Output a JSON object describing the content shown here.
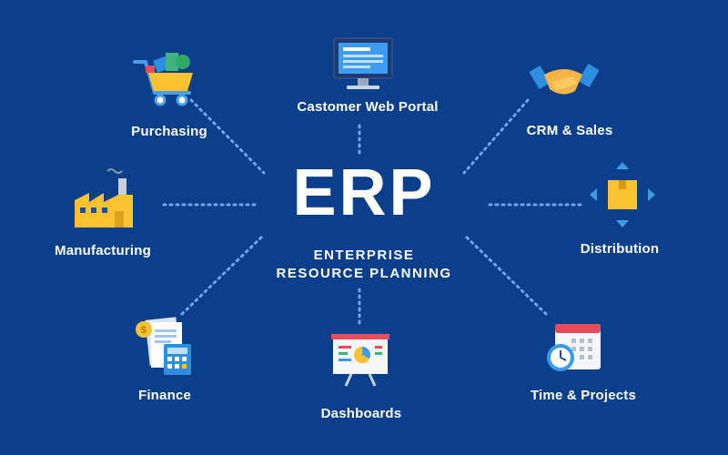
{
  "center": {
    "title": "ERP",
    "subtitle_line1": "ENTERPRISE",
    "subtitle_line2": "RESOURCE PLANNING"
  },
  "colors": {
    "background": "#0b3f8c",
    "connector": "#6aa6e8",
    "text": "#ffffff",
    "accent_yellow": "#f9c22e",
    "accent_blue": "#3b9be6"
  },
  "modules": [
    {
      "id": "purchasing",
      "label": "Purchasing",
      "icon": "shopping-cart-icon"
    },
    {
      "id": "portal",
      "label": "Castomer Web Portal",
      "icon": "monitor-icon"
    },
    {
      "id": "crm",
      "label": "CRM & Sales",
      "icon": "handshake-icon"
    },
    {
      "id": "manufacturing",
      "label": "Manufacturing",
      "icon": "factory-icon"
    },
    {
      "id": "distribution",
      "label": "Distribution",
      "icon": "package-arrows-icon"
    },
    {
      "id": "finance",
      "label": "Finance",
      "icon": "calculator-documents-icon"
    },
    {
      "id": "dashboards",
      "label": "Dashboards",
      "icon": "presentation-board-icon"
    },
    {
      "id": "time",
      "label": "Time & Projects",
      "icon": "calendar-clock-icon"
    }
  ]
}
